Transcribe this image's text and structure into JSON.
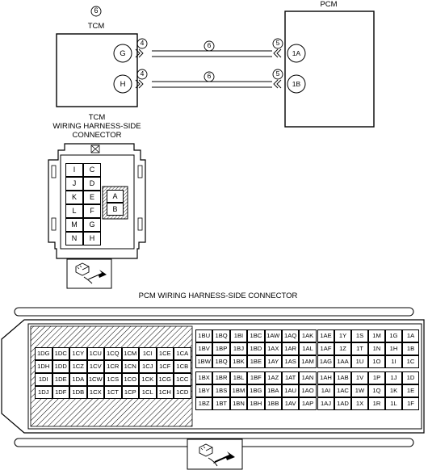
{
  "diagram": {
    "tcm": {
      "ref_number": "6",
      "label": "TCM",
      "terminals": [
        "G",
        "H"
      ]
    },
    "pcm": {
      "label": "PCM",
      "terminals": [
        "1A",
        "1B"
      ]
    },
    "wires": [
      {
        "from": "G",
        "to": "1A",
        "from_ref": "4",
        "mid_ref": "6",
        "to_ref": "5"
      },
      {
        "from": "H",
        "to": "1B",
        "from_ref": "4",
        "mid_ref": "6",
        "to_ref": "5"
      }
    ],
    "tcm_connector": {
      "title_lines": [
        "TCM",
        "WIRING HARNESS-SIDE",
        "CONNECTOR"
      ],
      "left_column": [
        "I",
        "J",
        "K",
        "L",
        "M",
        "N"
      ],
      "right_column": [
        "C",
        "D",
        "E",
        "F",
        "G",
        "H"
      ],
      "inner_pins": [
        "A",
        "B"
      ]
    },
    "pcm_connector": {
      "title": "PCM WIRING HARNESS-SIDE CONNECTOR",
      "block_left": [
        [
          "1DG",
          "1DC",
          "1CY",
          "1CU",
          "1CQ",
          "1CM",
          "1CI",
          "1CE",
          "1CA"
        ],
        [
          "1DH",
          "1DD",
          "1CZ",
          "1CV",
          "1CR",
          "1CN",
          "1CJ",
          "1CF",
          "1CB"
        ],
        [
          "1DI",
          "1DE",
          "1DA",
          "1CW",
          "1CS",
          "1CO",
          "1CK",
          "1CG",
          "1CC"
        ],
        [
          "1DJ",
          "1DF",
          "1DB",
          "1CX",
          "1CT",
          "1CP",
          "1CL",
          "1CH",
          "1CD"
        ]
      ],
      "block_mid_top": [
        [
          "1BU",
          "1BQ",
          "1BI",
          "1BC",
          "1AW",
          "1AQ",
          "1AK"
        ],
        [
          "1BV",
          "1BP",
          "1BJ",
          "1BD",
          "1AX",
          "1AR",
          "1AL"
        ],
        [
          "1BW",
          "1BQ",
          "1BK",
          "1BE",
          "1AY",
          "1AS",
          "1AM"
        ]
      ],
      "block_mid_bottom": [
        [
          "1BX",
          "1BR",
          "1BL",
          "1BF",
          "1AZ",
          "1AT",
          "1AN"
        ],
        [
          "1BY",
          "1BS",
          "1BM",
          "1BG",
          "1BA",
          "1AU",
          "1AO"
        ],
        [
          "1BZ",
          "1BT",
          "1BN",
          "1BH",
          "1BB",
          "1AV",
          "1AP"
        ]
      ],
      "block_right_top": [
        [
          "1AE",
          "1Y",
          "1S",
          "1M",
          "1G",
          "1A"
        ],
        [
          "1AF",
          "1Z",
          "1T",
          "1N",
          "1H",
          "1B"
        ],
        [
          "1AG",
          "1AA",
          "1U",
          "1O",
          "1I",
          "1C"
        ]
      ],
      "block_right_bottom": [
        [
          "1AH",
          "1AB",
          "1V",
          "1P",
          "1J",
          "1D"
        ],
        [
          "1AI",
          "1AC",
          "1W",
          "1Q",
          "1K",
          "1E"
        ],
        [
          "1AJ",
          "1AD",
          "1X",
          "1R",
          "1L",
          "1F"
        ]
      ]
    }
  }
}
